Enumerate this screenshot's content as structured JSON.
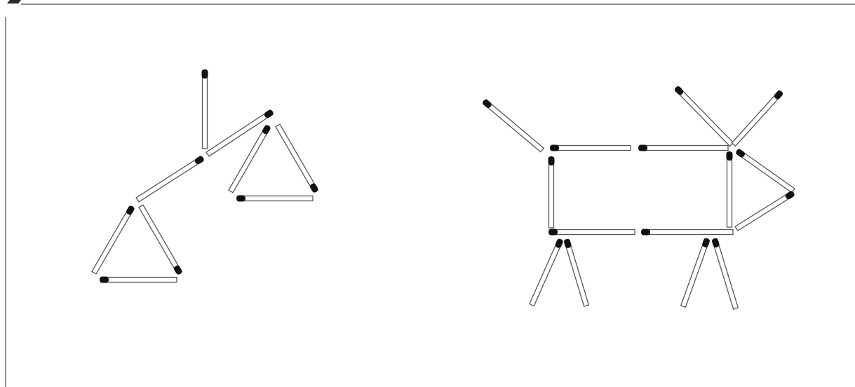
{
  "colors": {
    "background": "#ffffff",
    "frame": "#6b6b6b",
    "match_head": "#111111",
    "match_outline": "#555555",
    "match_body": "#ffffff"
  },
  "figures": [
    {
      "id": "balance-scale",
      "matches": [
        {
          "id": "post"
        },
        {
          "id": "beam-left"
        },
        {
          "id": "beam-right"
        },
        {
          "id": "left-pan-left-side"
        },
        {
          "id": "left-pan-right-side"
        },
        {
          "id": "left-pan-base"
        },
        {
          "id": "right-pan-left-side"
        },
        {
          "id": "right-pan-right-side"
        },
        {
          "id": "right-pan-base"
        }
      ]
    },
    {
      "id": "animal",
      "matches": [
        {
          "id": "tail"
        },
        {
          "id": "back-left"
        },
        {
          "id": "back-right"
        },
        {
          "id": "rear-side"
        },
        {
          "id": "front-side"
        },
        {
          "id": "belly-left"
        },
        {
          "id": "belly-right"
        },
        {
          "id": "horn-left"
        },
        {
          "id": "horn-right"
        },
        {
          "id": "head-top"
        },
        {
          "id": "head-bottom"
        },
        {
          "id": "rear-leg-1"
        },
        {
          "id": "rear-leg-2"
        },
        {
          "id": "front-leg-1"
        },
        {
          "id": "front-leg-2"
        }
      ]
    }
  ]
}
